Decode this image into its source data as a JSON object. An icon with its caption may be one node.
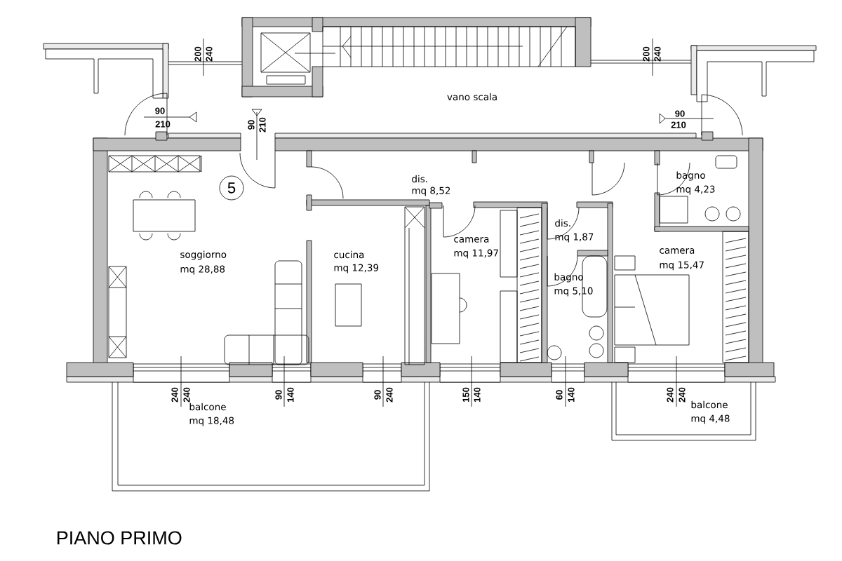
{
  "diagram": {
    "title": "PIANO PRIMO",
    "nodes": [
      {
        "text": [
          "5"
        ]
      }
    ],
    "labels": [
      "200",
      "240",
      "200",
      "240",
      "vano scala",
      "90",
      "210",
      "90",
      "210",
      "90",
      "210",
      "dis.",
      "mq 8,52",
      "bagno",
      "mq 4,23",
      "camera",
      "mq 11,97",
      "dis.",
      "mq 1,87",
      "soggiorno",
      "mq 28,88",
      "cucina",
      "mq 12,39",
      "camera",
      "mq 15,47",
      "bagno",
      "mq 5,10",
      "240",
      "240",
      "90",
      "140",
      "90",
      "240",
      "150",
      "140",
      "60",
      "140",
      "240",
      "240",
      "balcone",
      "mq 18,48",
      "balcone",
      "mq 4,48"
    ]
  }
}
